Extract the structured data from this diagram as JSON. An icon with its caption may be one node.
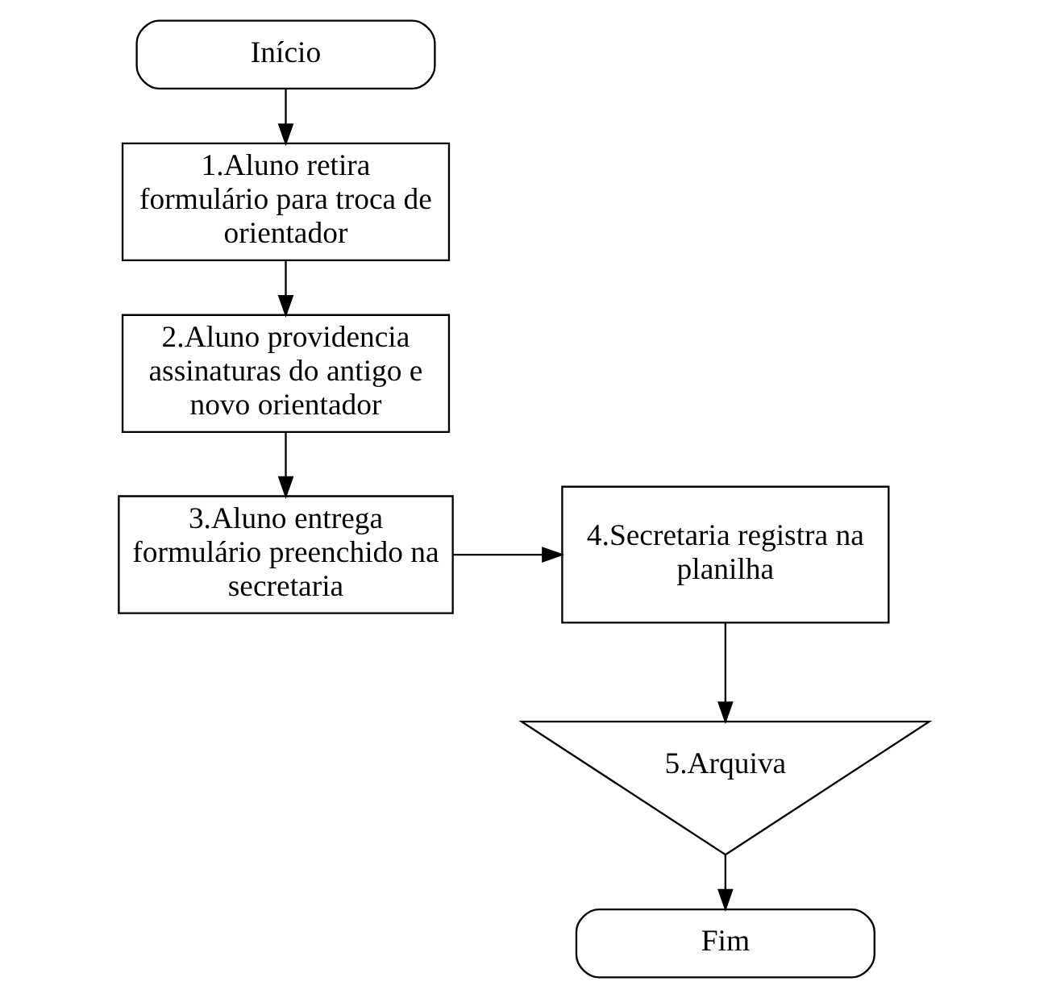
{
  "diagram": {
    "nodes": [
      {
        "text": [
          "Início"
        ]
      },
      {
        "text": [
          "1.Aluno retira formulário para troca de orientador"
        ]
      },
      {
        "text": [
          "2.Aluno providencia assinaturas do antigo e novo orientador"
        ]
      },
      {
        "text": [
          "3.Aluno entrega formulário preenchido na secretaria"
        ]
      },
      {
        "text": [
          "4.Secretaria registra na planilha"
        ]
      },
      {
        "text": [
          "5.Arquiva"
        ]
      },
      {
        "text": [
          "Fim"
        ]
      }
    ],
    "edges": [
      {
        "from": 0,
        "to": 1,
        "arrow": "to"
      },
      {
        "from": 1,
        "to": 2,
        "arrow": "to"
      },
      {
        "from": 2,
        "to": 3,
        "arrow": "to"
      },
      {
        "from": 3,
        "to": 4,
        "arrow": "to"
      },
      {
        "from": 4,
        "to": 5,
        "arrow": "to"
      },
      {
        "from": 5,
        "to": 6,
        "arrow": "to"
      }
    ]
  }
}
